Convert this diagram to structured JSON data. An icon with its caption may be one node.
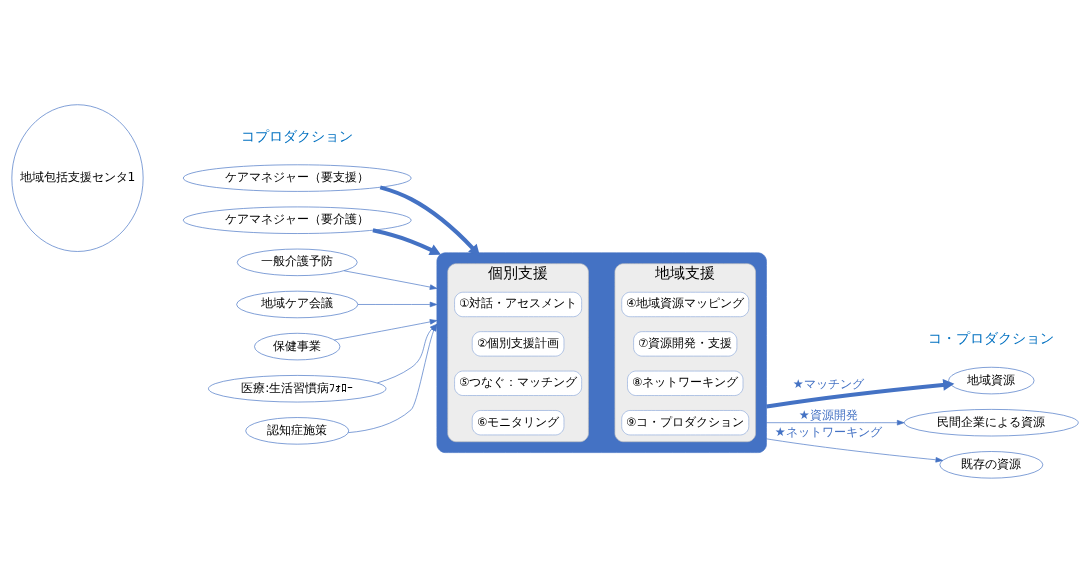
{
  "diagram": {
    "nodes": [
      {
        "text": [
          "地域包括支援センタ1"
        ]
      },
      {
        "text": [
          "ケアマネジャー（要支援）"
        ]
      },
      {
        "text": [
          "ケアマネジャー（要介護）"
        ]
      },
      {
        "text": [
          "一般介護予防"
        ]
      },
      {
        "text": [
          "地域ケア会議"
        ]
      },
      {
        "text": [
          "保健事業"
        ]
      },
      {
        "text": [
          "医療:生活習慣病ﾌｫﾛｰ"
        ]
      },
      {
        "text": [
          "認知症施策"
        ]
      },
      {
        "text": [],
        "shape": "box"
      },
      {
        "text": [
          "個別支援"
        ],
        "in": 8
      },
      {
        "text": [
          "①対話・アセスメント"
        ],
        "in": 9
      },
      {
        "text": [
          "②個別支援計画"
        ],
        "in": 9
      },
      {
        "text": [
          "⑤つなぐ：マッチング"
        ],
        "in": 9
      },
      {
        "text": [
          "⑥モニタリング"
        ],
        "in": 9
      },
      {
        "text": [
          "地域支援"
        ],
        "in": 8
      },
      {
        "text": [
          "④地域資源マッピング"
        ],
        "in": 14
      },
      {
        "text": [
          "⑦資源開発・支援"
        ],
        "in": 14
      },
      {
        "text": [
          "⑧ネットワーキング"
        ],
        "in": 14
      },
      {
        "text": [
          "⑨コ・プロダクション"
        ],
        "in": 14
      },
      {
        "text": [
          "地域資源"
        ]
      },
      {
        "text": [
          "民間企業による資源"
        ]
      },
      {
        "text": [
          "既存の資源"
        ]
      }
    ],
    "edges": [
      {
        "from": 1,
        "to": 8,
        "arrow": "to",
        "style": "thick"
      },
      {
        "from": 2,
        "to": 8,
        "arrow": "to",
        "style": "thick"
      },
      {
        "from": 3,
        "to": 8,
        "arrow": "to"
      },
      {
        "from": 4,
        "to": 8,
        "arrow": "to"
      },
      {
        "from": 5,
        "to": 8,
        "arrow": "to"
      },
      {
        "from": 6,
        "to": 8,
        "arrow": "to"
      },
      {
        "from": 7,
        "to": 8,
        "arrow": "to"
      },
      {
        "from": 8,
        "to": 19,
        "arrow": "to",
        "style": "thick",
        "label": "★マッチング"
      },
      {
        "from": 8,
        "to": 20,
        "arrow": "to",
        "label": "★資源開発"
      },
      {
        "from": 8,
        "to": 21,
        "arrow": "to",
        "label": "★ネットワーキング"
      }
    ],
    "labels": [
      "コプロダクション",
      "コ・プロダクション"
    ]
  }
}
